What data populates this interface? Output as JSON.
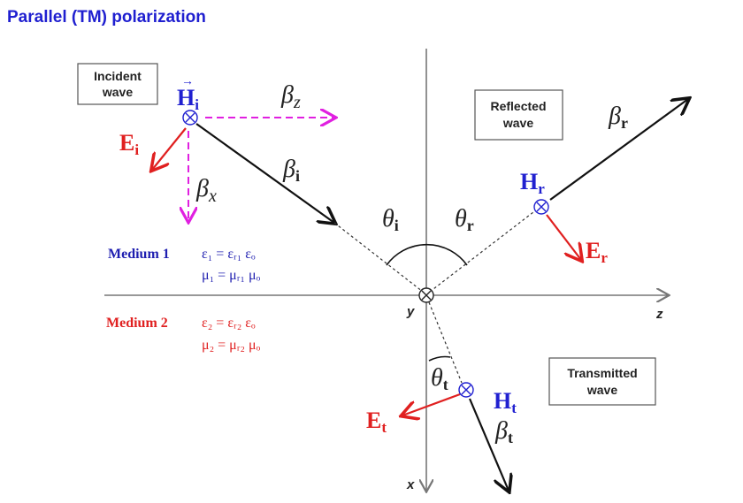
{
  "title": "Parallel (TM) polarization",
  "boxes": {
    "incident": [
      "Incident",
      "wave"
    ],
    "reflected": [
      "Reflected",
      "wave"
    ],
    "transmitted": [
      "Transmitted",
      "wave"
    ]
  },
  "vectors": {
    "H_i": {
      "main": "H",
      "sub": "i"
    },
    "E_i": {
      "main": "E",
      "sub": "i"
    },
    "beta_i": {
      "main": "β",
      "sub": "i"
    },
    "beta_z": {
      "main": "β",
      "sub": "z"
    },
    "beta_x": {
      "main": "β",
      "sub": "x"
    },
    "H_r": {
      "main": "H",
      "sub": "r"
    },
    "E_r": {
      "main": "E",
      "sub": "r"
    },
    "beta_r": {
      "main": "β",
      "sub": "r"
    },
    "H_t": {
      "main": "H",
      "sub": "t"
    },
    "E_t": {
      "main": "E",
      "sub": "t"
    },
    "beta_t": {
      "main": "β",
      "sub": "t"
    }
  },
  "angles": {
    "theta_i": {
      "main": "θ",
      "sub": "i"
    },
    "theta_r": {
      "main": "θ",
      "sub": "r"
    },
    "theta_t": {
      "main": "θ",
      "sub": "t"
    }
  },
  "axes": {
    "z": "z",
    "x": "x",
    "y": "y"
  },
  "media": {
    "medium1": {
      "name": "Medium 1",
      "eps": "ε₁ = εᵣ₁ εₒ",
      "mu": "μ₁ = μᵣ₁ μₒ",
      "color": "#1f1fb0"
    },
    "medium2": {
      "name": "Medium 2",
      "eps": "ε₂ = εᵣ₂ εₒ",
      "mu": "μ₂ = μᵣ₂ μₒ",
      "color": "#e02020"
    }
  },
  "colors": {
    "H": "#2020d0",
    "E": "#e02020",
    "beta_components": "#e020e0",
    "beta": "#111111"
  }
}
